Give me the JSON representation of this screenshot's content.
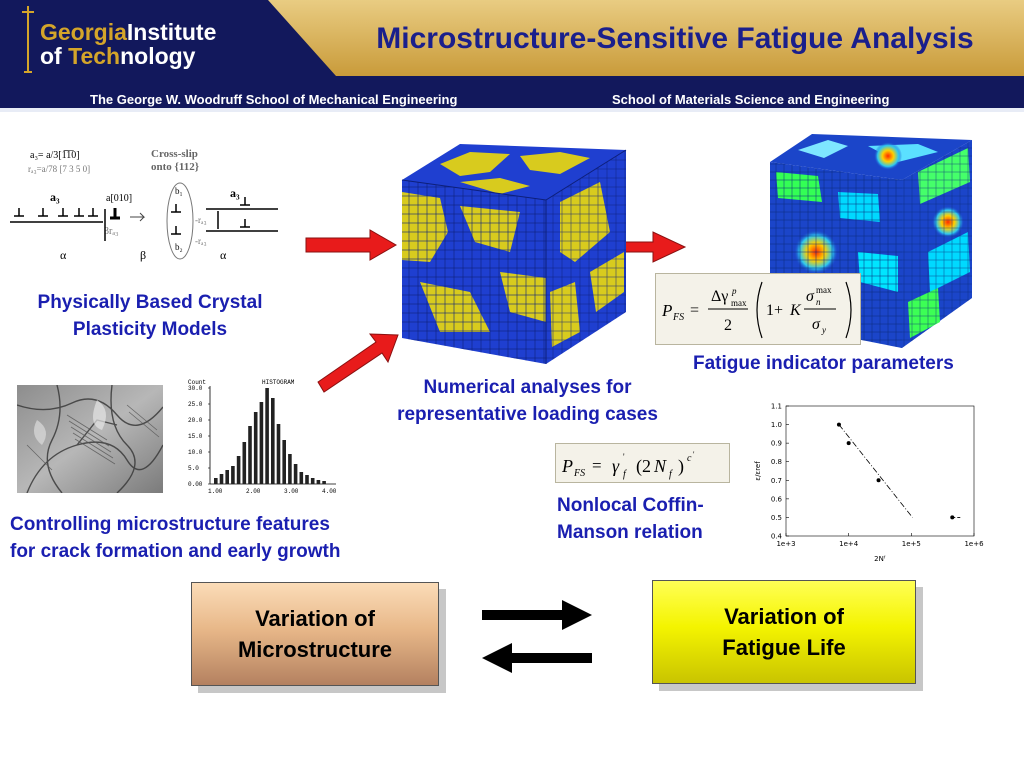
{
  "header": {
    "logo": {
      "line1_gold": "Georgia",
      "line1_white": "Institute",
      "line2_white_a": "of ",
      "line2_gold": "Tech",
      "line2_white_b": "nology"
    },
    "title": "Microstructure-Sensitive Fatigue Analysis",
    "dept_left": "The George W. Woodruff School of Mechanical Engineering",
    "dept_right": "School of Materials Science and Engineering"
  },
  "dislocation_diagram": {
    "label_a3_eq": "a₃= a/3[1̅̅1̅0]",
    "label_r_eq": "rₐ₃=a/78 [7 3 5 0]",
    "label_cross_slip_1": "Cross-slip",
    "label_cross_slip_2": "onto {112}",
    "label_a3_left": "a₃",
    "label_a3_right": "a₃",
    "label_a010": "a[010]",
    "label_3r": "3rₐ₃",
    "label_b1": "b₁",
    "label_b2": "b₂",
    "label_r1": "-rₐ₃",
    "label_r2": "-rₐ₃",
    "phase_alpha_left": "α",
    "phase_beta": "β",
    "phase_alpha_right": "α"
  },
  "captions": {
    "crystal_line1": "Physically Based Crystal",
    "crystal_line2": "Plasticity Models",
    "micro_line1": "Controlling microstructure features",
    "micro_line2": "for crack formation and early growth",
    "numerical_line1": "Numerical analyses for",
    "numerical_line2": "representative loading cases",
    "fip": "Fatigue indicator parameters",
    "coffin_line1": "Nonlocal Coffin-",
    "coffin_line2": "Manson relation"
  },
  "histogram": {
    "label_count": "Count",
    "label_title": "HISTOGRAM",
    "y_ticks": [
      "30.0",
      "25.0",
      "20.0",
      "15.0",
      "10.0",
      "5.0",
      "0.00"
    ],
    "x_ticks": [
      "1.00",
      "2.00",
      "3.00",
      "4.00"
    ]
  },
  "chart_data": {
    "type": "scatter",
    "x": [
      "7e+3",
      "1e+4",
      "3e+4",
      "4.5e+5"
    ],
    "y": [
      1.0,
      0.9,
      0.7,
      0.5
    ],
    "x_scale": "log",
    "xlim": [
      "1e+3",
      "1e+6"
    ],
    "ylim": [
      0.4,
      1.1
    ],
    "x_ticks": [
      "1e+3",
      "1e+4",
      "1e+5",
      "1e+6"
    ],
    "y_ticks": [
      "0.4",
      "0.5",
      "0.6",
      "0.7",
      "0.8",
      "0.9",
      "1.0",
      "1.1"
    ],
    "xlabel": "2Nᶠ",
    "ylabel": "ε/εref",
    "fit_line": "dashed"
  },
  "boxes": {
    "microstructure_line1": "Variation of",
    "microstructure_line2": "Microstructure",
    "fatigue_line1": "Variation of",
    "fatigue_line2": "Fatigue Life"
  },
  "colors": {
    "header_navy": "#12185c",
    "header_gold": "#d9b55a",
    "caption_blue": "#1a1fb0",
    "title_blue": "#1a1f8c",
    "arrow_red": "#e81b1b",
    "cube_blue": "#1f3fd0",
    "cube_yellow": "#d8cb1e"
  }
}
